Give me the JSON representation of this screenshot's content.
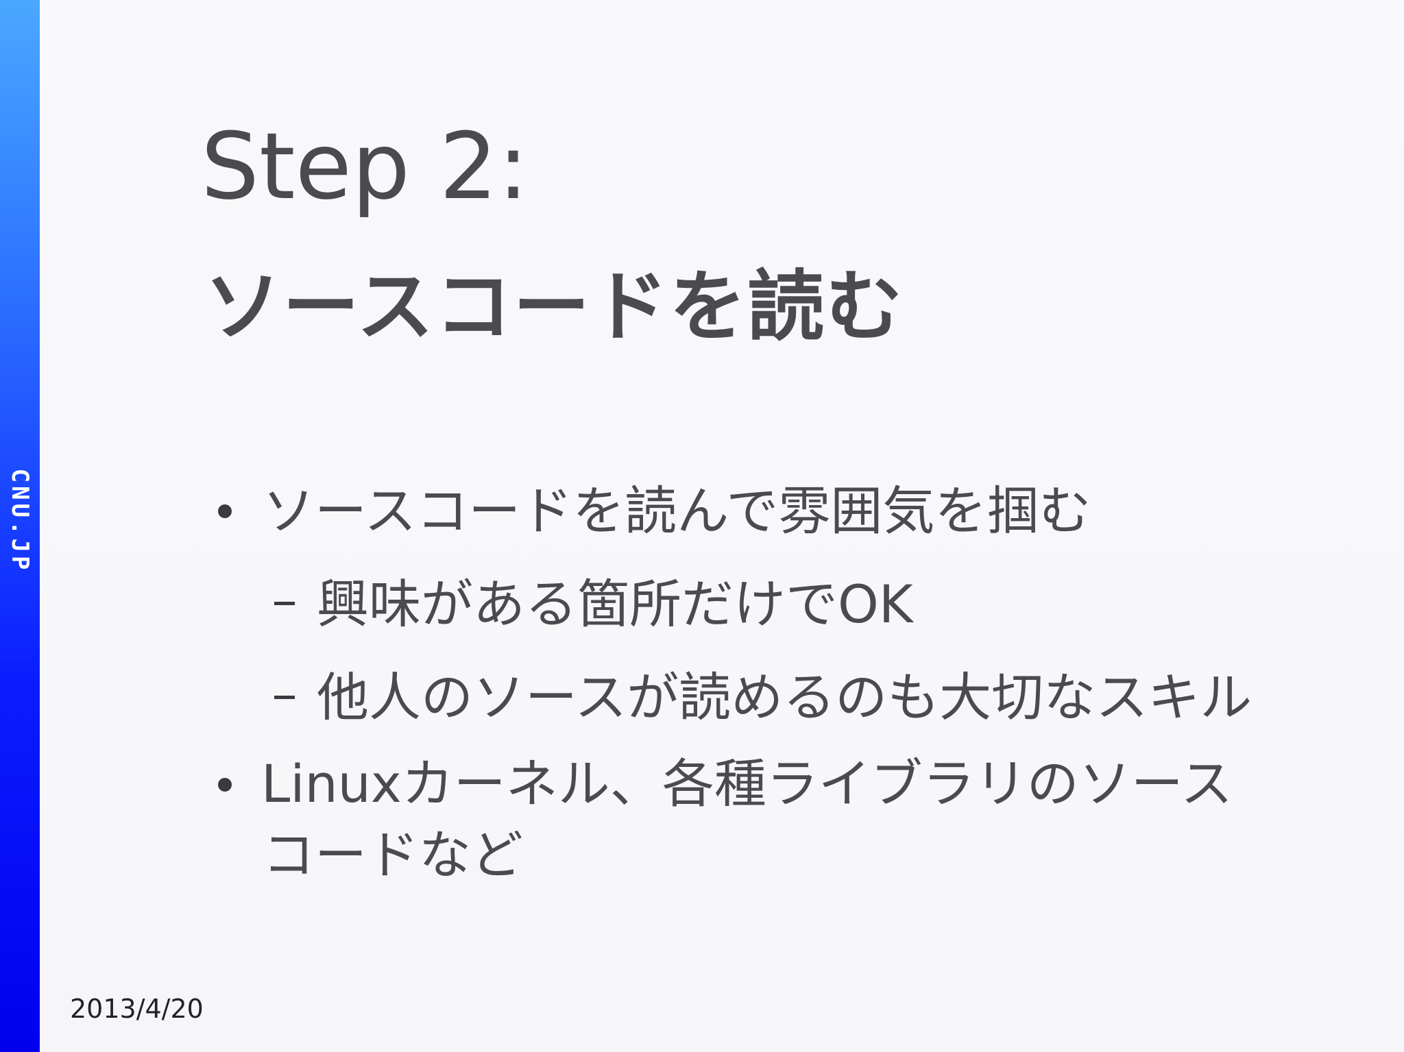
{
  "slide": {
    "side_label": "CNU.JP",
    "title_line1": "Step 2:",
    "title_line2": "ソースコードを読む",
    "bullets": [
      {
        "text": "ソースコードを読んで雰囲気を掴む",
        "sub": [
          "興味がある箇所だけでOK",
          "他人のソースが読めるのも大切なスキル"
        ]
      },
      {
        "text_line1": "Linuxカーネル、各種ライブラリのソース",
        "text_line2": "コードなど"
      }
    ],
    "date": "2013/4/20"
  },
  "colors": {
    "sidebar_top": "#4aa8ff",
    "sidebar_bottom": "#0000ee",
    "text": "#4a4a4f",
    "background": "#f7f7f9"
  }
}
